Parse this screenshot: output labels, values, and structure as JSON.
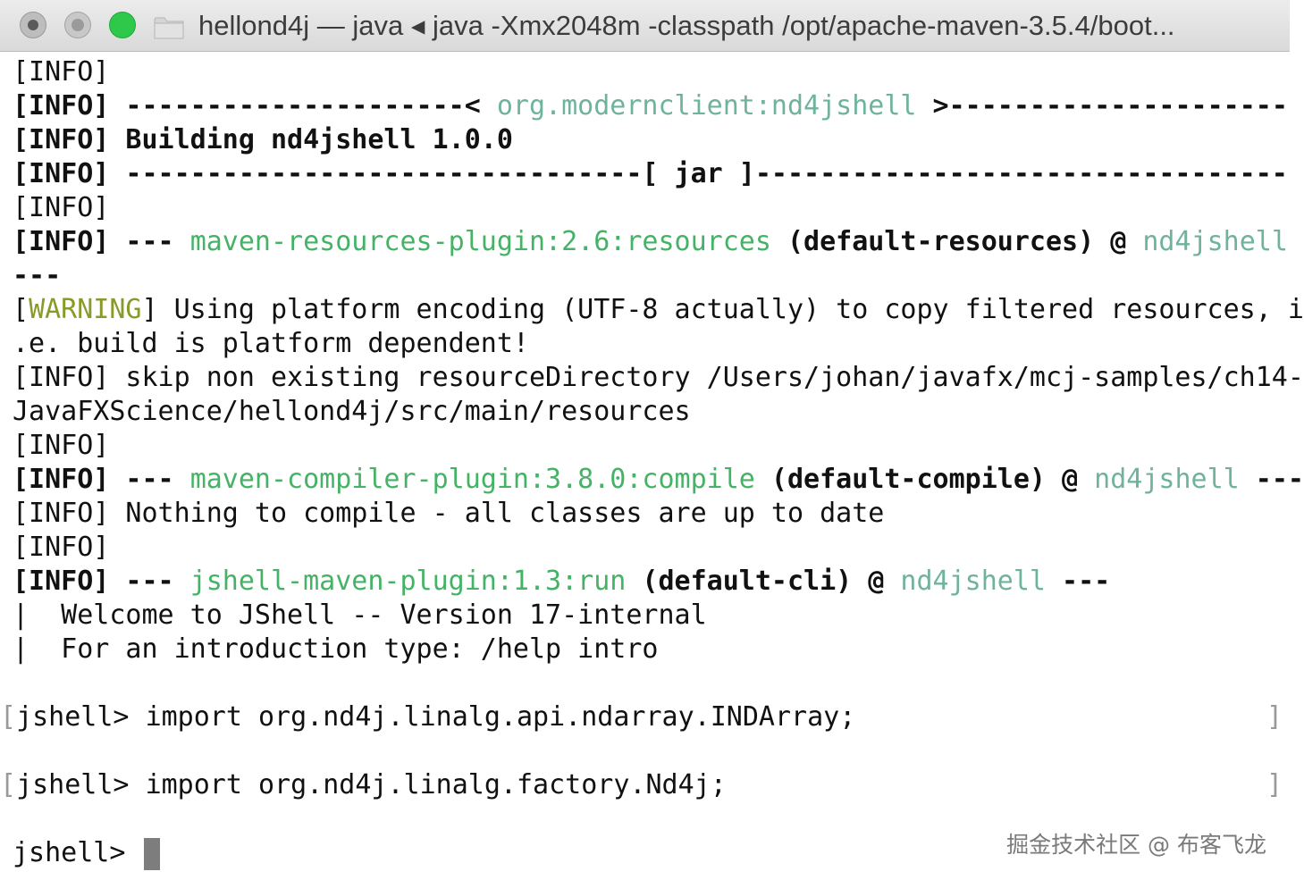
{
  "window": {
    "title": "hellond4j — java ◂ java -Xmx2048m -classpath /opt/apache-maven-3.5.4/boot..."
  },
  "colors": {
    "plugin": "#44b365",
    "artifact": "#6fb39b",
    "warning": "#8a9a2a"
  },
  "icons": [
    "close-icon",
    "minimize-icon",
    "zoom-icon",
    "folder-icon"
  ],
  "terminal": {
    "tag_info": "[INFO]",
    "warn_open": "[",
    "warn_word": "WARNING",
    "warn_close": "]",
    "sep1_left": " ---------------------< ",
    "artifact": "org.modernclient:nd4jshell",
    "sep1_right": " >---------------------",
    "building": " Building nd4jshell 1.0.0",
    "sep2": " --------------------------------[ jar ]---------------------------------",
    "dashes_pre": " --- ",
    "plugin_resources": "maven-resources-plugin:2.6:resources",
    "exec_resources": " (default-resources) @ ",
    "artifact_short": "nd4jshell",
    "dashes_only": "---",
    "warning_text": " Using platform encoding (UTF-8 actually) to copy filtered resources, i",
    "warning_text_cont": ".e. build is platform dependent!",
    "skip_text": " skip non existing resourceDirectory /Users/johan/javafx/mcj-samples/ch14-",
    "skip_text_cont": "JavaFXScience/hellond4j/src/main/resources",
    "plugin_compiler": "maven-compiler-plugin:3.8.0:compile",
    "exec_compile": " (default-compile) @ ",
    "dashes_post": " ---",
    "nothing_text": " Nothing to compile - all classes are up to date",
    "plugin_jshell": "jshell-maven-plugin:1.3:run",
    "exec_cli": " (default-cli) @ ",
    "welcome": "|  Welcome to JShell -- Version 17-internal",
    "intro": "|  For an introduction type: /help intro",
    "bracket_left": "[",
    "bracket_right": "]",
    "prompt": "jshell> ",
    "cmd1": "import org.nd4j.linalg.api.ndarray.INDArray;",
    "cmd2": "import org.nd4j.linalg.factory.Nd4j;"
  },
  "watermark": "掘金技术社区 @ 布客飞龙"
}
